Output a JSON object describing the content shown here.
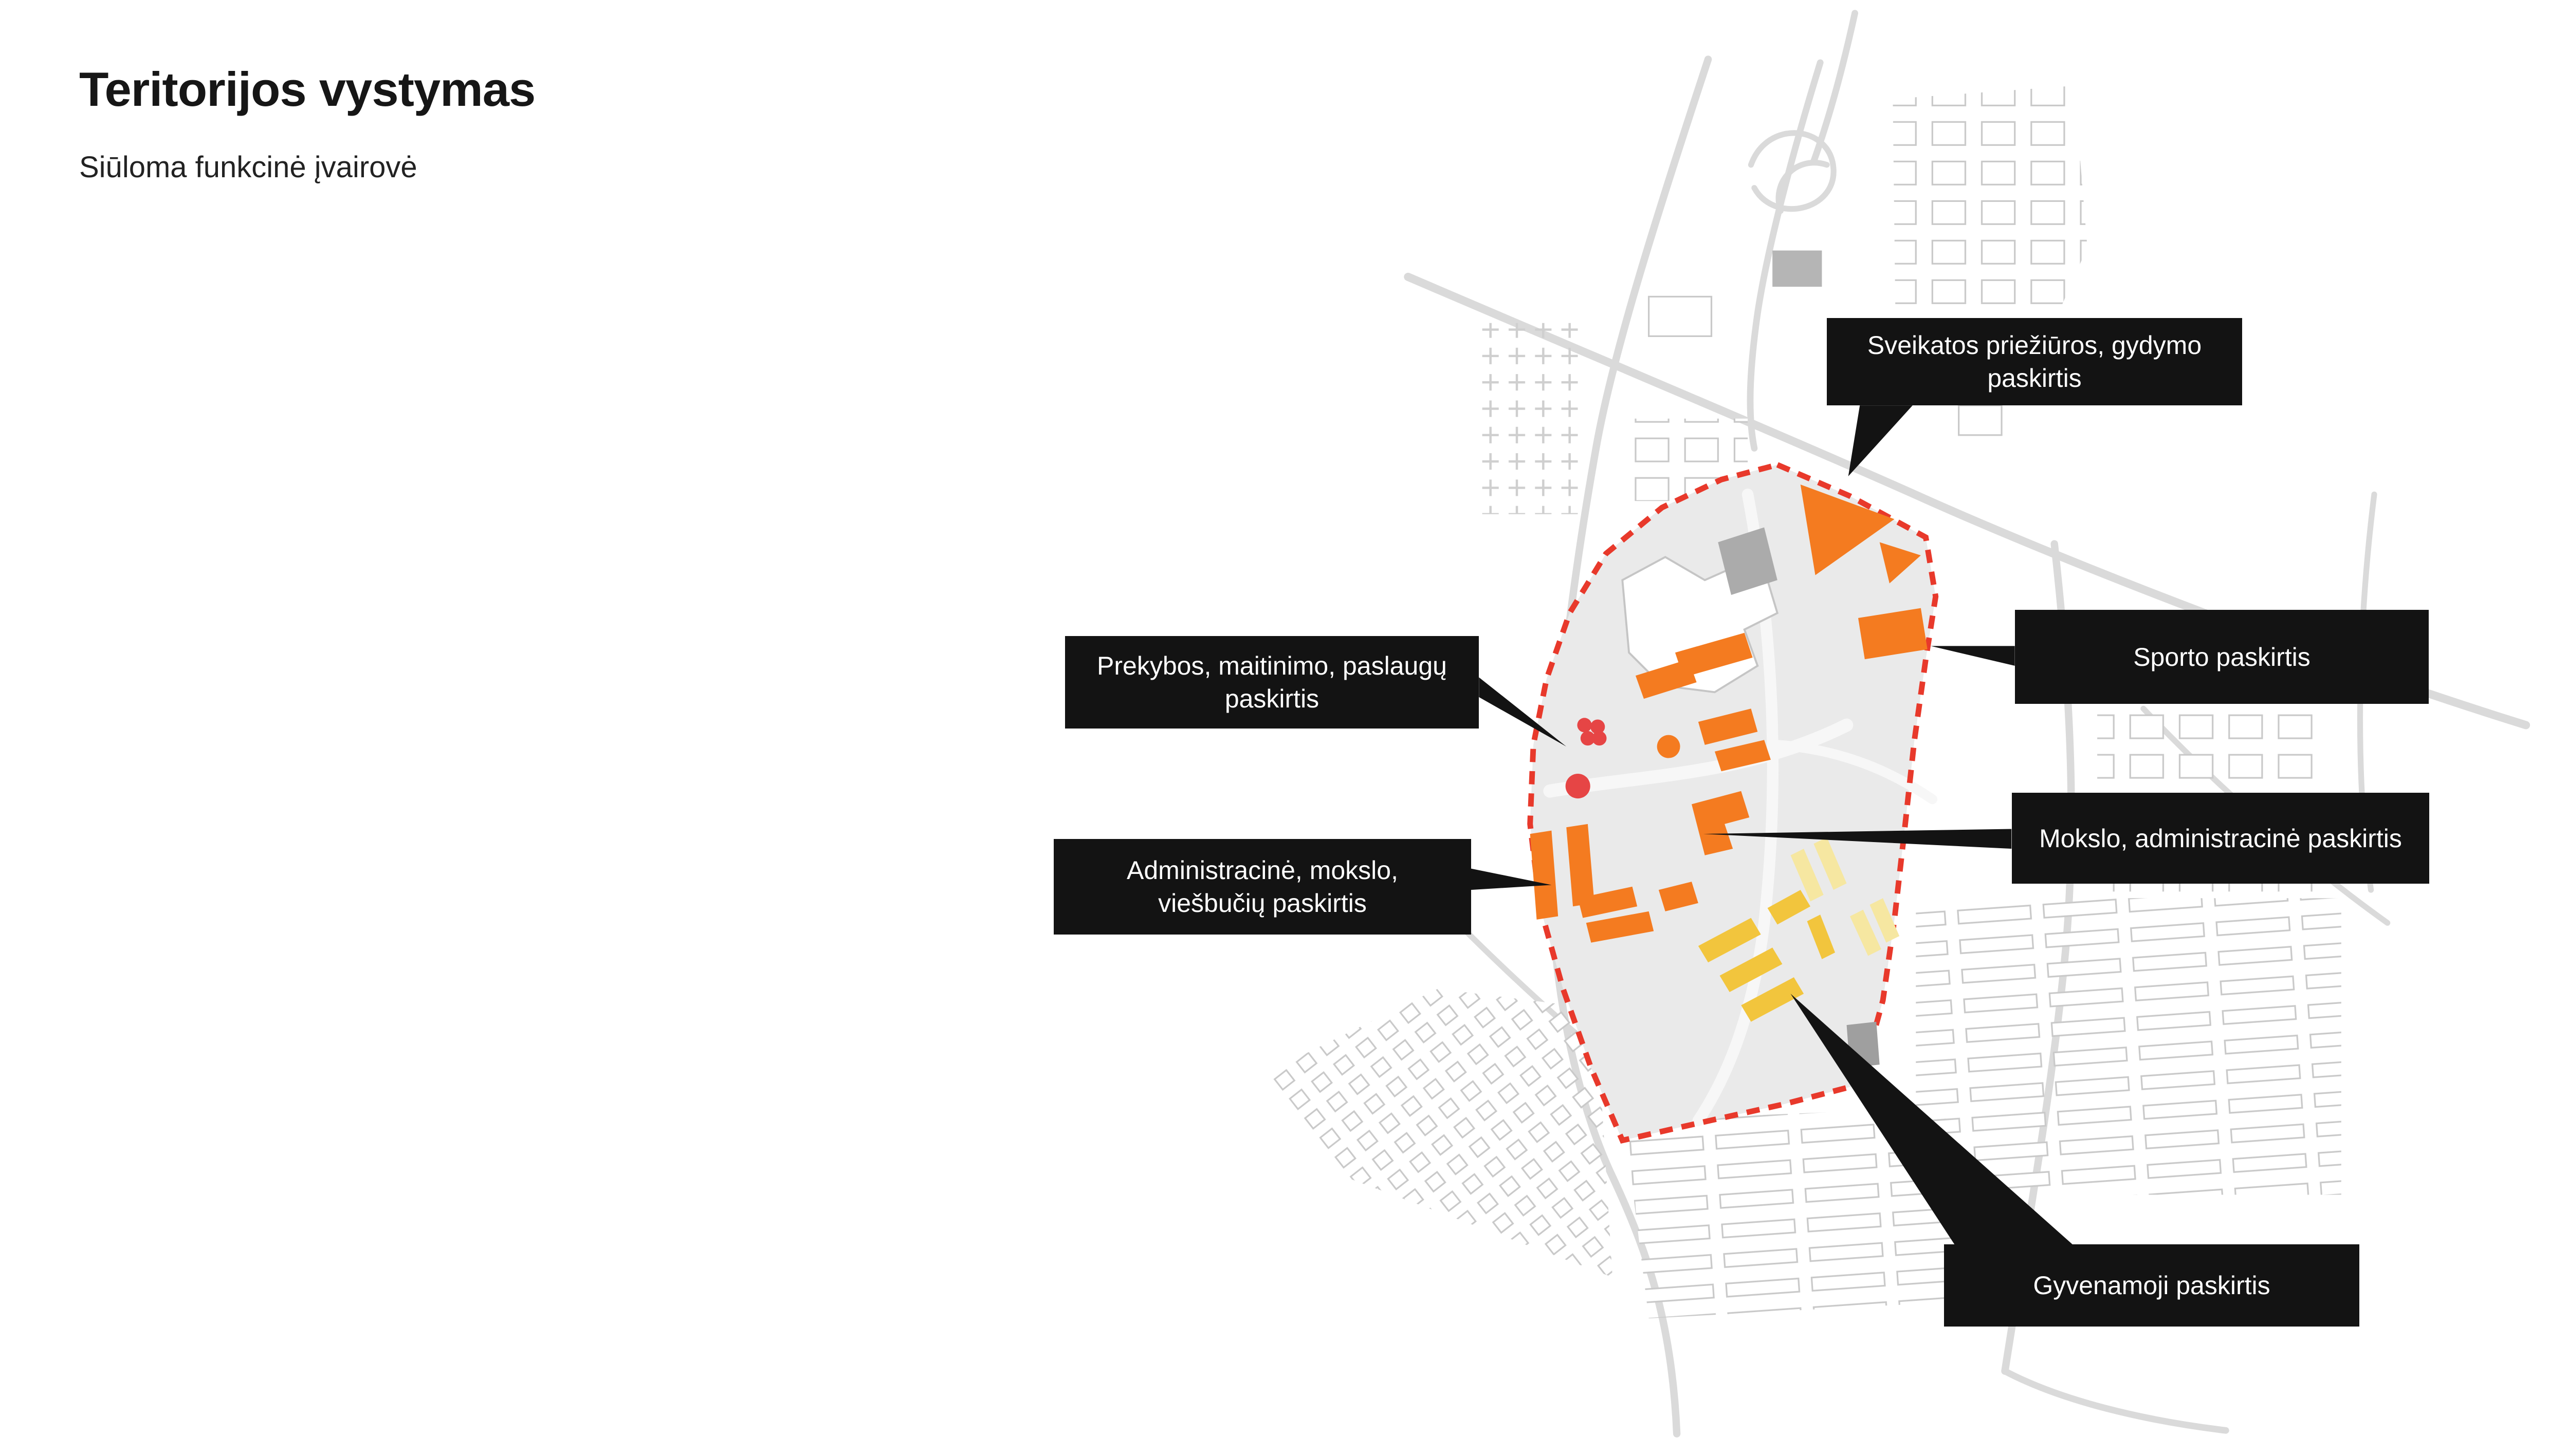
{
  "page": {
    "title": "Teritorijos vystymas",
    "subtitle": "Siūloma funkcinė įvairovė"
  },
  "colors": {
    "callout_bg": "#131313",
    "callout_text": "#ffffff",
    "boundary": "#e8392b",
    "zone_orange": "#f47b20",
    "zone_red": "#e64545",
    "zone_yellow": "#f2c53d",
    "zone_yellow_light": "#f6e7a1",
    "existing_gray": "#ababab",
    "map_base": "#eaeaea",
    "road_gray": "#dadada",
    "context_stroke": "#c9c9c9"
  },
  "callouts": [
    {
      "id": "healthcare",
      "label": "Sveikatos priežiūros, gydymo paskirtis"
    },
    {
      "id": "sport",
      "label": "Sporto paskirtis"
    },
    {
      "id": "retail",
      "label": "Prekybos, maitinimo, paslaugų paskirtis"
    },
    {
      "id": "science_admin",
      "label": "Mokslo, administracinė paskirtis"
    },
    {
      "id": "admin_science_hotels",
      "label": "Administracinė, mokslo, viešbučių paskirtis"
    },
    {
      "id": "residential",
      "label": "Gyvenamoji paskirtis"
    }
  ]
}
